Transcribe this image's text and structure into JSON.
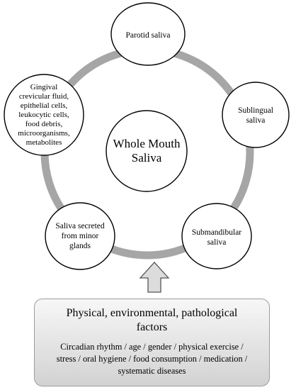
{
  "diagram": {
    "center": {
      "lines": [
        "Whole Mouth",
        "Saliva"
      ]
    },
    "nodes": [
      {
        "id": "parotid",
        "lines": [
          "Parotid saliva"
        ]
      },
      {
        "id": "sublingual",
        "lines": [
          "Sublingual",
          "saliva"
        ]
      },
      {
        "id": "submandibular",
        "lines": [
          "Submandibular",
          "saliva"
        ]
      },
      {
        "id": "minor-glands",
        "lines": [
          "Saliva secreted",
          "from minor",
          "glands"
        ]
      },
      {
        "id": "gingival",
        "lines": [
          "Gingival",
          "crevicular fluid,",
          "epithelial cells,",
          "leukocytic cells,",
          "food debris,",
          "microorganisms,",
          "metabolites"
        ]
      }
    ],
    "factors": {
      "title_lines": [
        "Physical, environmental, pathological",
        "factors"
      ],
      "list_lines": [
        "Circadian rhythm / age / gender / physical exercise /",
        "stress / oral hygiene / food consumption / medication /",
        "systematic diseases"
      ]
    },
    "colors": {
      "ring": "#a6a6a6",
      "arrow_fill": "#dcdcdc",
      "arrow_stroke": "#555555",
      "node_border": "#000000"
    },
    "icons": {
      "arrow": "up-arrow-icon"
    }
  }
}
